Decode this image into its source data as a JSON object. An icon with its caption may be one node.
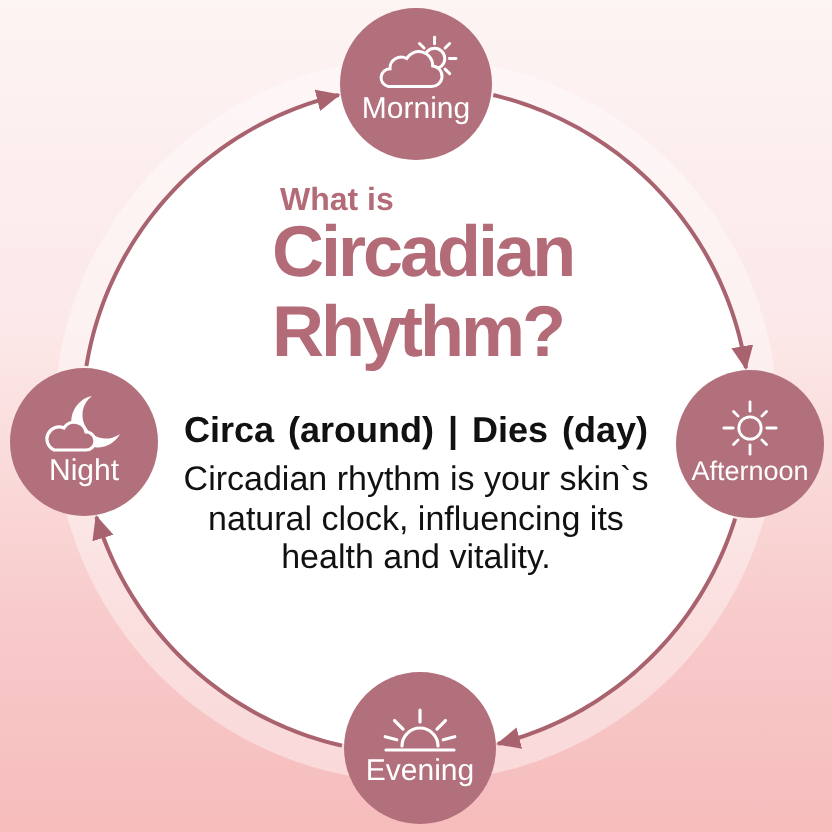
{
  "diagram": {
    "nodes": [
      {
        "text": [
          "Morning"
        ]
      },
      {
        "text": [
          "Night"
        ]
      },
      {
        "text": [
          "Afternoon"
        ]
      },
      {
        "text": [
          "Evening"
        ]
      }
    ],
    "edges": [
      {
        "from": 1,
        "to": 0,
        "arrow": "to"
      },
      {
        "from": 0,
        "to": 2,
        "arrow": "to"
      },
      {
        "from": 2,
        "to": 3,
        "arrow": "to"
      },
      {
        "from": 3,
        "to": 1,
        "arrow": "to"
      }
    ],
    "labels": [
      "What is",
      "Circadian Rhythm?",
      "Circa (around) | Dies (day)",
      "Circadian rhythm is your skin`s natural clock, influencing its health and vitality."
    ]
  }
}
